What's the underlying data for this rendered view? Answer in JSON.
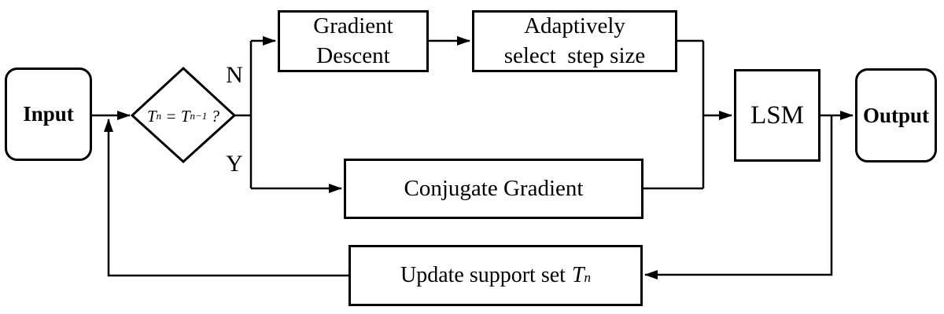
{
  "diagram": {
    "nodes": {
      "input": {
        "label": "Input"
      },
      "decision": {
        "var1": "T",
        "sub1": "n",
        "op": " = ",
        "var2": "T",
        "sub2": "n−1",
        "suffix": " ?"
      },
      "gradient_descent": {
        "line1": "Gradient",
        "line2": "Descent"
      },
      "adaptive_step": {
        "line1": "Adaptively",
        "line2": "select  step size"
      },
      "conjugate_gradient": {
        "label": "Conjugate Gradient"
      },
      "lsm": {
        "label": "LSM"
      },
      "output": {
        "label": "Output"
      },
      "update_support_set": {
        "text": "Update support set",
        "var": "T",
        "sub": "n"
      }
    },
    "branch_labels": {
      "no": "N",
      "yes": "Y"
    },
    "colors": {
      "background": "#ffffff",
      "stroke": "#000000",
      "text": "#000000"
    }
  }
}
